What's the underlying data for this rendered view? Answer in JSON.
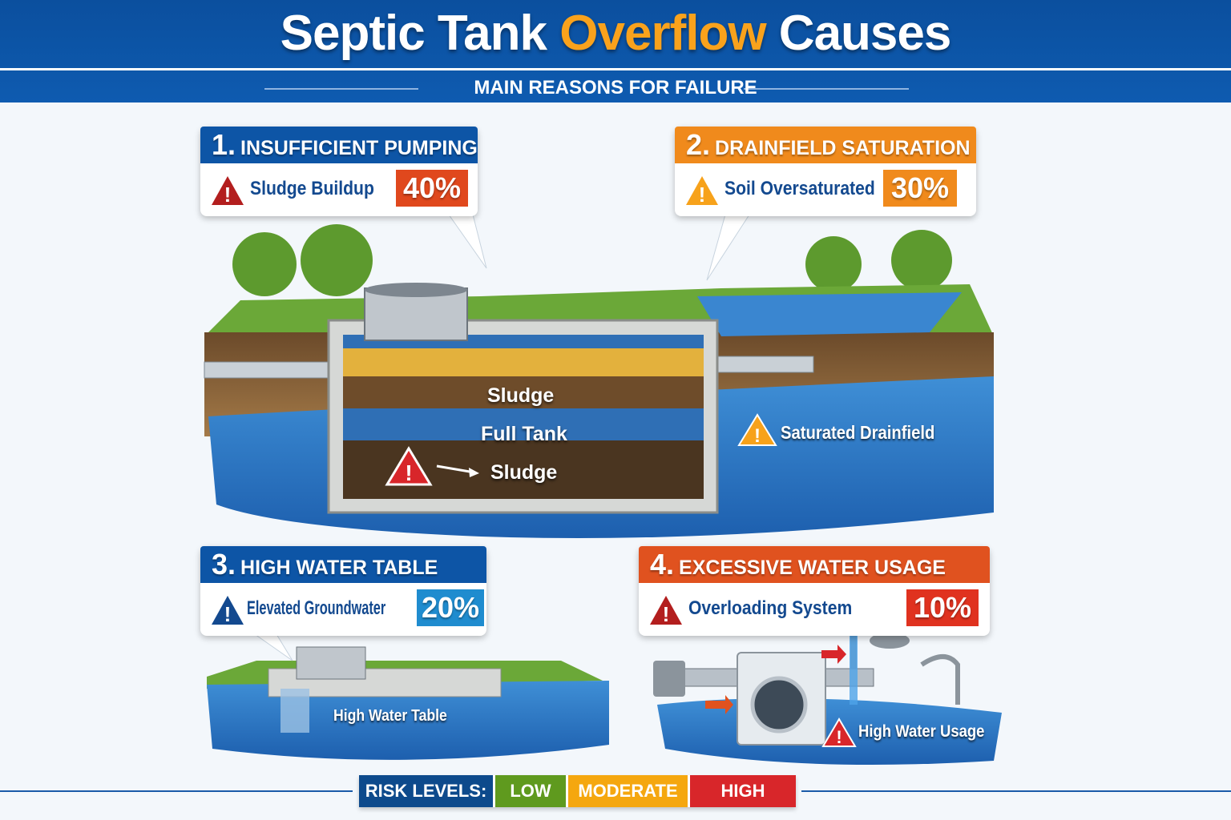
{
  "header": {
    "title_part1": "Septic Tank",
    "title_highlight": "Overflow",
    "title_part2": "Causes",
    "subtitle": "MAIN REASONS FOR FAILURE"
  },
  "colors": {
    "blue": "#0d55a6",
    "orange": "#f08a1c",
    "red_orange": "#e0521f",
    "accent_yellow": "#f9a21c",
    "low": "#5f9a1e",
    "moderate": "#f5a70f",
    "high": "#d8262a"
  },
  "causes": [
    {
      "number": "1.",
      "title": "INSUFFICIENT PUMPING",
      "subtitle": "Sludge Buildup",
      "percent": "40%",
      "icon": "warning-triangle-red-icon"
    },
    {
      "number": "2.",
      "title": "DRAINFIELD SATURATION",
      "subtitle": "Soil Oversaturated",
      "percent": "30%",
      "icon": "warning-triangle-orange-icon"
    },
    {
      "number": "3.",
      "title": "HIGH WATER TABLE",
      "subtitle": "Elevated Groundwater",
      "percent": "20%",
      "icon": "warning-triangle-blue-icon"
    },
    {
      "number": "4.",
      "title": "EXCESSIVE WATER USAGE",
      "subtitle": "Overloading System",
      "percent": "10%",
      "icon": "warning-triangle-red-icon"
    }
  ],
  "illustration": {
    "tank_top_label": "Sludge",
    "tank_mid_label": "Full Tank",
    "tank_bottom_label": "Sludge",
    "drainfield_label": "Saturated Drainfield",
    "water_table_label": "High Water Table",
    "water_usage_label": "High Water Usage"
  },
  "legend": {
    "label": "RISK LEVELS:",
    "low": "LOW",
    "moderate": "MODERATE",
    "high": "HIGH"
  }
}
